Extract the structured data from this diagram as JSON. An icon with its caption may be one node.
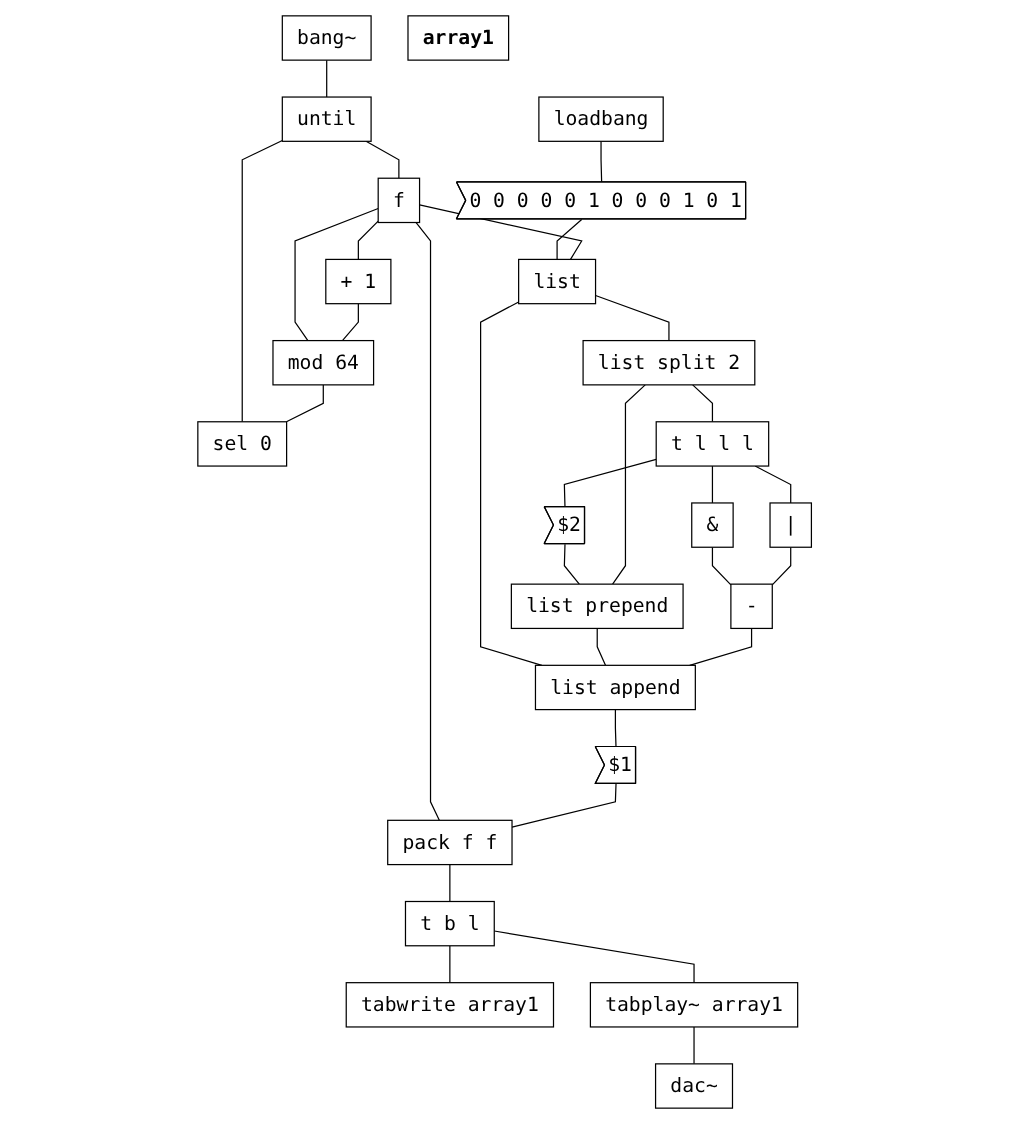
{
  "diagram": {
    "nodes": [
      {
        "text": [
          "bang~"
        ]
      },
      {
        "text": [
          "until"
        ]
      },
      {
        "text": [
          "f"
        ]
      },
      {
        "text": [
          "+ 1"
        ]
      },
      {
        "text": [
          "mod 64"
        ]
      },
      {
        "text": [
          "sel 0"
        ]
      },
      {
        "text": [
          "loadbang"
        ]
      },
      {
        "text": [
          "0 0 0 0 0 1 0 0 0 1 0 1"
        ]
      },
      {
        "text": [
          "list"
        ]
      },
      {
        "text": [
          "list split 2"
        ]
      },
      {
        "text": [
          "t l l l"
        ]
      },
      {
        "text": [
          "|"
        ]
      },
      {
        "text": [
          "&"
        ]
      },
      {
        "text": [
          "$2"
        ]
      },
      {
        "text": [
          "-"
        ]
      },
      {
        "text": [
          "list prepend"
        ]
      },
      {
        "text": [
          "list append"
        ]
      },
      {
        "text": [
          "$1"
        ]
      },
      {
        "text": [
          "pack f f"
        ]
      },
      {
        "text": [
          "t b l"
        ]
      },
      {
        "text": [
          "tabwrite array1"
        ]
      },
      {
        "text": [
          "tabplay~ array1"
        ]
      },
      {
        "text": [
          "dac~"
        ]
      },
      {
        "text": [
          "array1"
        ]
      }
    ],
    "edges": [
      {
        "from": 0,
        "to": 1,
        "arrow": "none"
      },
      {
        "from": 1,
        "to": 2,
        "arrow": "none"
      },
      {
        "from": 5,
        "to": 1,
        "arrow": "none"
      },
      {
        "from": 2,
        "to": 3,
        "arrow": "none"
      },
      {
        "from": 3,
        "to": 4,
        "arrow": "none"
      },
      {
        "from": 4,
        "to": 2,
        "arrow": "none"
      },
      {
        "from": 4,
        "to": 5,
        "arrow": "none"
      },
      {
        "from": 2,
        "to": 8,
        "arrow": "none"
      },
      {
        "from": 6,
        "to": 7,
        "arrow": "none"
      },
      {
        "from": 7,
        "to": 8,
        "arrow": "none"
      },
      {
        "from": 8,
        "to": 9,
        "arrow": "none"
      },
      {
        "from": 9,
        "to": 10,
        "arrow": "none"
      },
      {
        "from": 9,
        "to": 15,
        "arrow": "none"
      },
      {
        "from": 10,
        "to": 11,
        "arrow": "none"
      },
      {
        "from": 10,
        "to": 12,
        "arrow": "none"
      },
      {
        "from": 10,
        "to": 13,
        "arrow": "none"
      },
      {
        "from": 11,
        "to": 14,
        "arrow": "none"
      },
      {
        "from": 12,
        "to": 14,
        "arrow": "none"
      },
      {
        "from": 13,
        "to": 15,
        "arrow": "none"
      },
      {
        "from": 14,
        "to": 16,
        "arrow": "none"
      },
      {
        "from": 15,
        "to": 16,
        "arrow": "none"
      },
      {
        "from": 16,
        "to": 8,
        "arrow": "none"
      },
      {
        "from": 16,
        "to": 17,
        "arrow": "none"
      },
      {
        "from": 17,
        "to": 18,
        "arrow": "none"
      },
      {
        "from": 2,
        "to": 18,
        "arrow": "none"
      },
      {
        "from": 18,
        "to": 19,
        "arrow": "none"
      },
      {
        "from": 19,
        "to": 21,
        "arrow": "none"
      },
      {
        "from": 19,
        "to": 20,
        "arrow": "none"
      },
      {
        "from": 21,
        "to": 22,
        "arrow": "none"
      }
    ]
  }
}
